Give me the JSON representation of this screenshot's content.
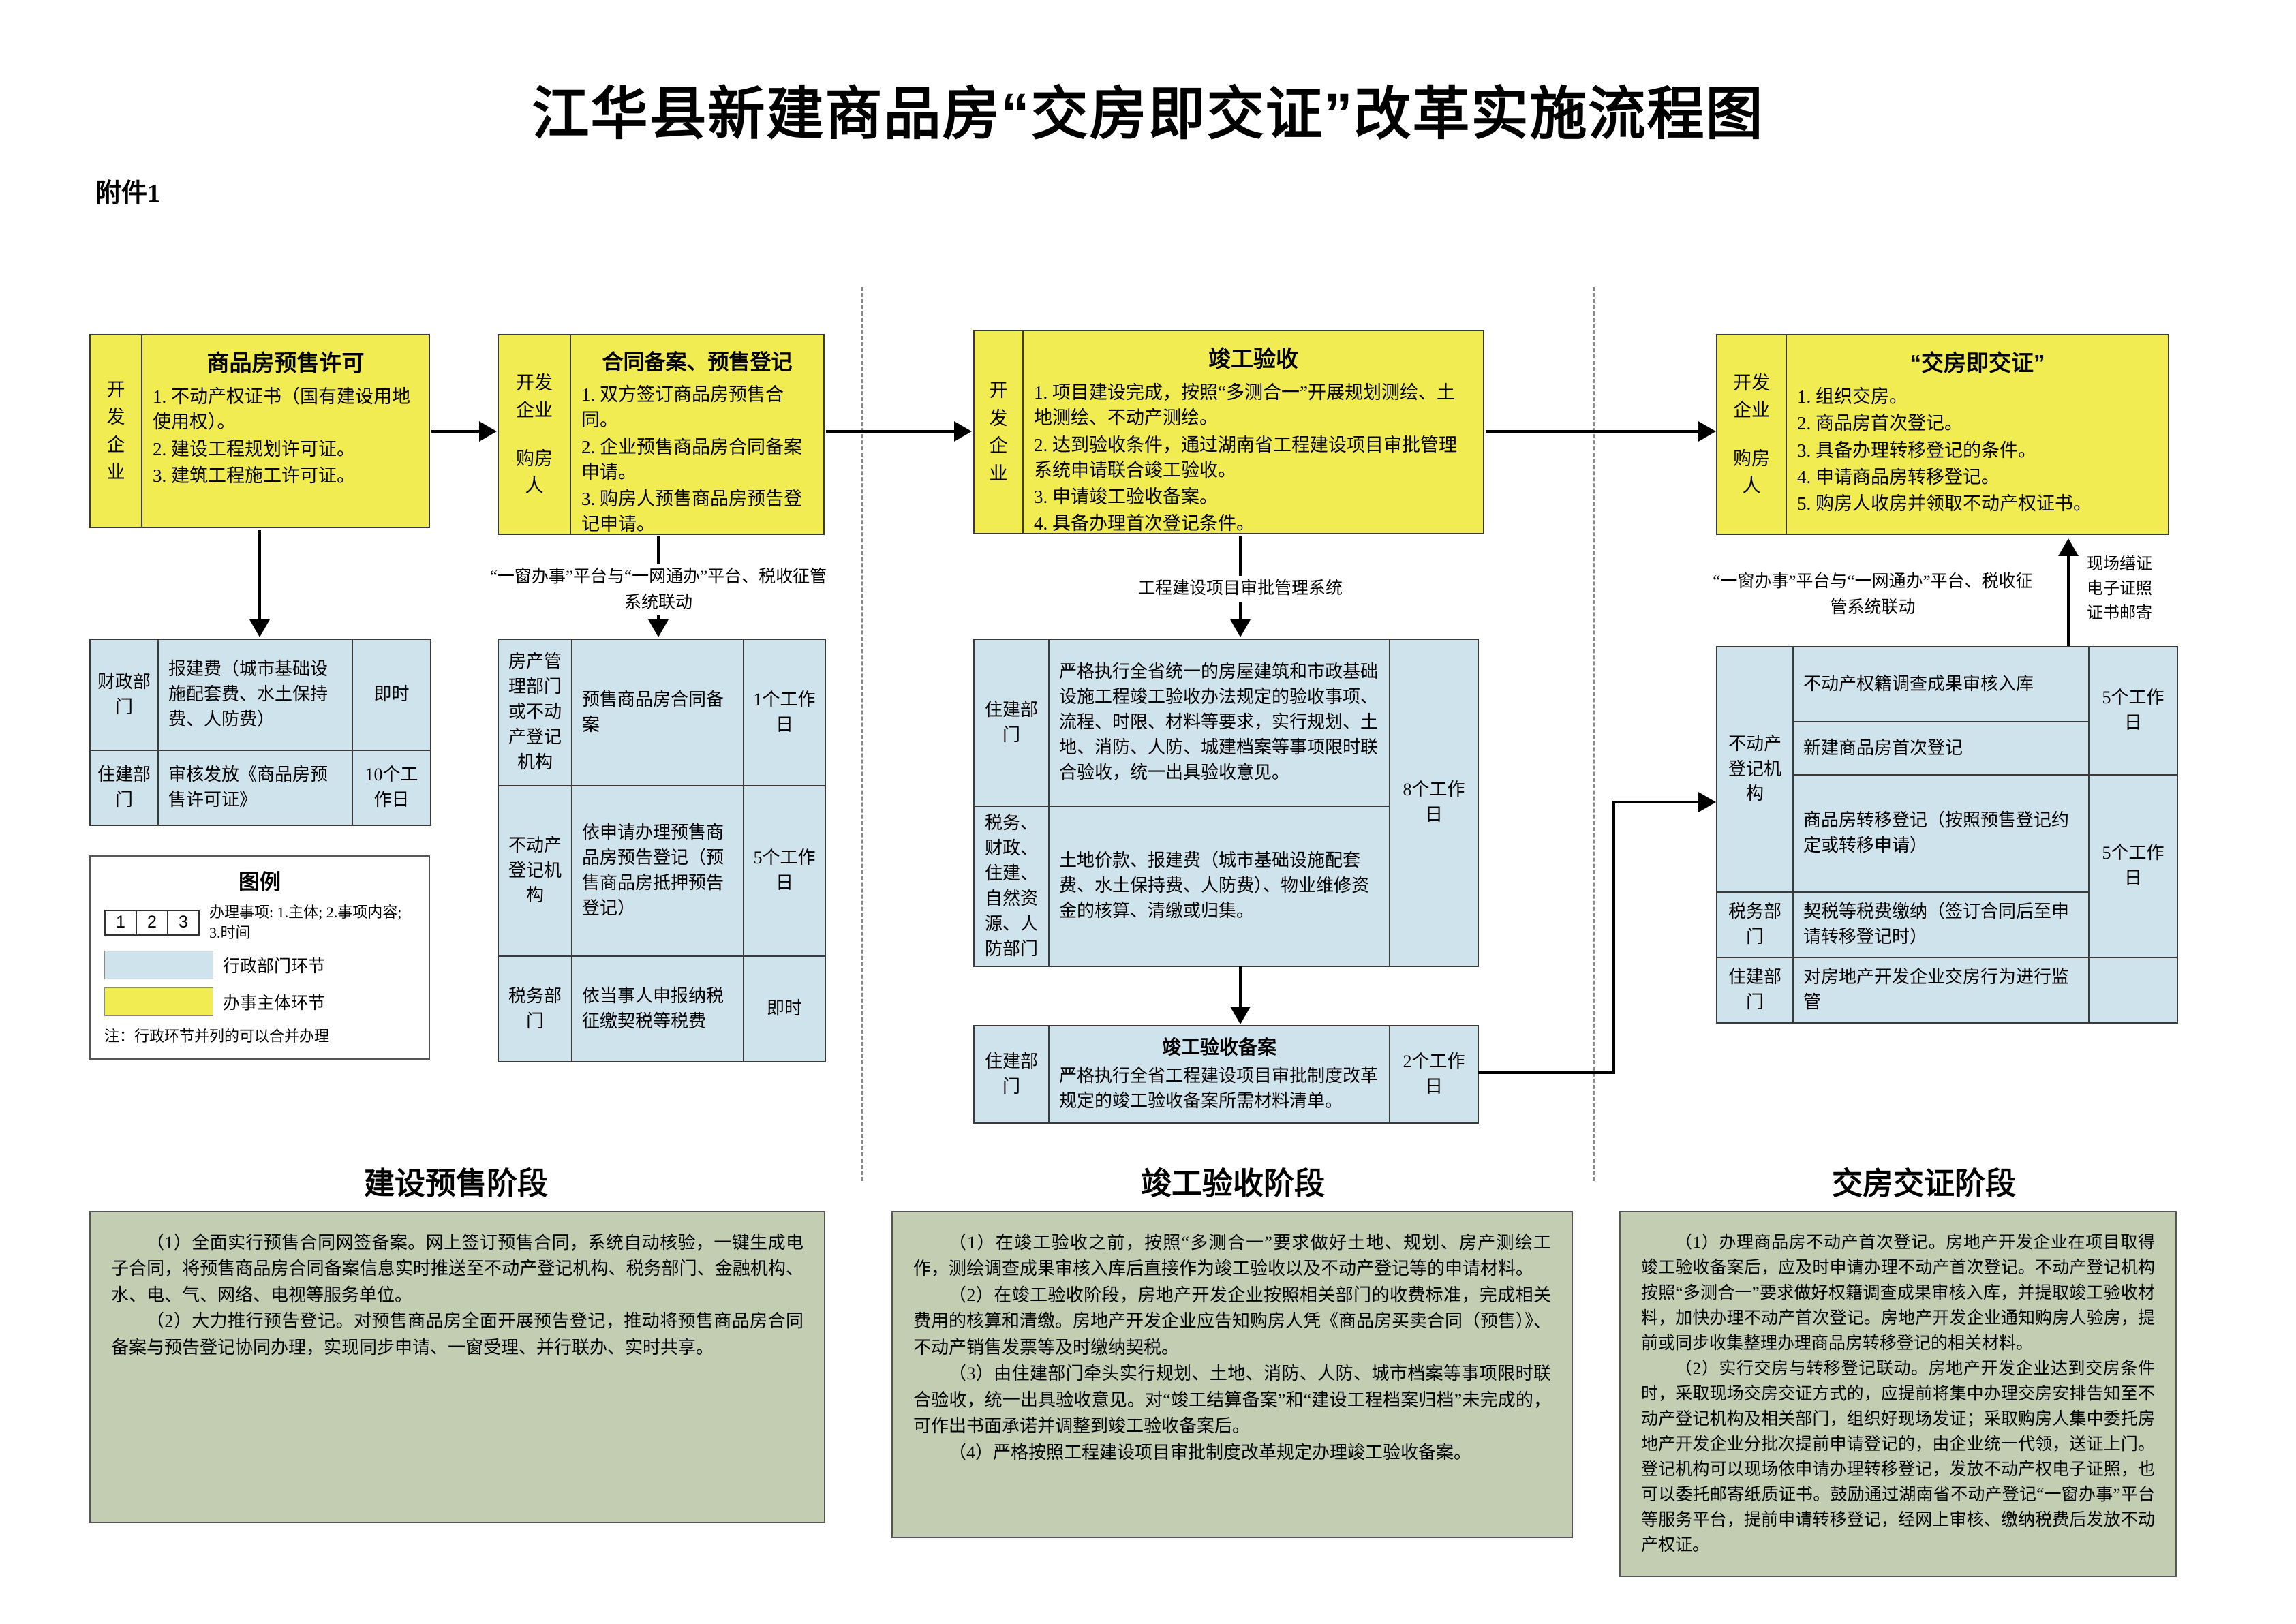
{
  "page": {
    "title": "江华县新建商品房“交房即交证”改革实施流程图",
    "attachment": "附件1"
  },
  "colors": {
    "process_yellow": "#f2ec53",
    "admin_blue": "#cfe3ed",
    "note_green": "#c3cdb2"
  },
  "stage1": {
    "label": "建设预售阶段",
    "presale_box": {
      "actor": "开发企业",
      "title": "商品房预售许可",
      "items": [
        "1. 不动产权证书（国有建设用地使用权）。",
        "2. 建设工程规划许可证。",
        "3. 建筑工程施工许可证。"
      ]
    },
    "contract_box": {
      "actor_top": "开发企业",
      "actor_bottom": "购房人",
      "title": "合同备案、预售登记",
      "items": [
        "1. 双方签订商品房预售合同。",
        "2. 企业预售商品房合同备案申请。",
        "3. 购房人预售商品房预告登记申请。"
      ]
    },
    "permit_table": {
      "rows": [
        {
          "dept": "财政部门",
          "item": "报建费（城市基础设施配套费、水土保持费、人防费）",
          "time": "即时"
        },
        {
          "dept": "住建部门",
          "item": "审核发放《商品房预售许可证》",
          "time": "10个工作日"
        }
      ]
    },
    "legend": {
      "title": "图例",
      "cells": [
        "1",
        "2",
        "3"
      ],
      "caption": "办理事项: 1.主体; 2.事项内容; 3.时间",
      "admin_label": "行政部门环节",
      "subject_label": "办事主体环节",
      "note": "注：行政环节并列的可以合并办理"
    },
    "linkage_note": "“一窗办事”平台与“一网通办”平台、税收征管系统联动",
    "filing_table": {
      "rows": [
        {
          "dept": "房产管理部门或不动产登记机构",
          "item": "预售商品房合同备案",
          "time": "1个工作日"
        },
        {
          "dept": "不动产登记机构",
          "item": "依申请办理预售商品房预告登记（预售商品房抵押预告登记）",
          "time": "5个工作日"
        },
        {
          "dept": "税务部门",
          "item": "依当事人申报纳税征缴契税等税费",
          "time": "即时"
        }
      ]
    },
    "notes": [
      "（1）全面实行预售合同网签备案。网上签订预售合同，系统自动核验，一键生成电子合同，将预售商品房合同备案信息实时推送至不动产登记机构、税务部门、金融机构、水、电、气、网络、电视等服务单位。",
      "（2）大力推行预告登记。对预售商品房全面开展预告登记，推动将预售商品房合同备案与预告登记协同办理，实现同步申请、一窗受理、并行联办、实时共享。"
    ]
  },
  "stage2": {
    "label": "竣工验收阶段",
    "acceptance_box": {
      "actor": "开发企业",
      "title": "竣工验收",
      "items": [
        "1. 项目建设完成，按照“多测合一”开展规划测绘、土地测绘、不动产测绘。",
        "2. 达到验收条件，通过湖南省工程建设项目审批管理系统申请联合竣工验收。",
        "3. 申请竣工验收备案。",
        "4. 具备办理首次登记条件。"
      ]
    },
    "system_label": "工程建设项目审批管理系统",
    "acceptance_table": {
      "rows": [
        {
          "dept": "住建部门",
          "item": "严格执行全省统一的房屋建筑和市政基础设施工程竣工验收办法规定的验收事项、流程、时限、材料等要求，实行规划、土地、消防、人防、城建档案等事项限时联合验收，统一出具验收意见。"
        },
        {
          "dept": "税务、财政、住建、自然资源、人防部门",
          "item": "土地价款、报建费（城市基础设施配套费、水土保持费、人防费）、物业维修资金的核算、清缴或归集。"
        }
      ],
      "time": "8个工作日"
    },
    "filing_box": {
      "dept": "住建部门",
      "title": "竣工验收备案",
      "item": "严格执行全省工程建设项目审批制度改革规定的竣工验收备案所需材料清单。",
      "time": "2个工作日"
    },
    "notes": [
      "（1）在竣工验收之前，按照“多测合一”要求做好土地、规划、房产测绘工作，测绘调查成果审核入库后直接作为竣工验收以及不动产登记等的申请材料。",
      "（2）在竣工验收阶段，房地产开发企业按照相关部门的收费标准，完成相关费用的核算和清缴。房地产开发企业应告知购房人凭《商品房买卖合同（预售）》、不动产销售发票等及时缴纳契税。",
      "（3）由住建部门牵头实行规划、土地、消防、人防、城市档案等事项限时联合验收，统一出具验收意见。对“竣工结算备案”和“建设工程档案归档”未完成的，可作出书面承诺并调整到竣工验收备案后。",
      "（4）严格按照工程建设项目审批制度改革规定办理竣工验收备案。"
    ]
  },
  "stage3": {
    "label": "交房交证阶段",
    "delivery_box": {
      "actor_top": "开发企业",
      "actor_bottom": "购房人",
      "title": "“交房即交证”",
      "items": [
        "1. 组织交房。",
        "2. 商品房首次登记。",
        "3. 具备办理转移登记的条件。",
        "4. 申请商品房转移登记。",
        "5. 购房人收房并领取不动产权证书。"
      ]
    },
    "linkage_note": "“一窗办事”平台与“一网通办”平台、税收征管系统联动",
    "cert_lines": [
      "现场缮证",
      "电子证照",
      "证书邮寄"
    ],
    "reg_table": {
      "dept_registration": "不动产登记机构",
      "dept_tax": "税务部门",
      "dept_housing": "住建部门",
      "row1": "不动产权籍调查成果审核入库",
      "row2": "新建商品房首次登记",
      "row3": "商品房转移登记（按照预售登记约定或转移申请）",
      "row4": "契税等税费缴纳（签订合同后至申请转移登记时）",
      "row5": "对房地产开发企业交房行为进行监管",
      "time_a": "5个工作日",
      "time_b": "5个工作日"
    },
    "notes": [
      "（1）办理商品房不动产首次登记。房地产开发企业在项目取得竣工验收备案后，应及时申请办理不动产首次登记。不动产登记机构按照“多测合一”要求做好权籍调查成果审核入库，并提取竣工验收材料，加快办理不动产首次登记。房地产开发企业通知购房人验房，提前或同步收集整理办理商品房转移登记的相关材料。",
      "（2）实行交房与转移登记联动。房地产开发企业达到交房条件时，采取现场交房交证方式的，应提前将集中办理交房安排告知至不动产登记机构及相关部门，组织好现场发证；采取购房人集中委托房地产开发企业分批次提前申请登记的，由企业统一代领，送证上门。登记机构可以现场依申请办理转移登记，发放不动产权电子证照，也可以委托邮寄纸质证书。鼓励通过湖南省不动产登记“一窗办事”平台等服务平台，提前申请转移登记，经网上审核、缴纳税费后发放不动产权证。"
    ]
  }
}
